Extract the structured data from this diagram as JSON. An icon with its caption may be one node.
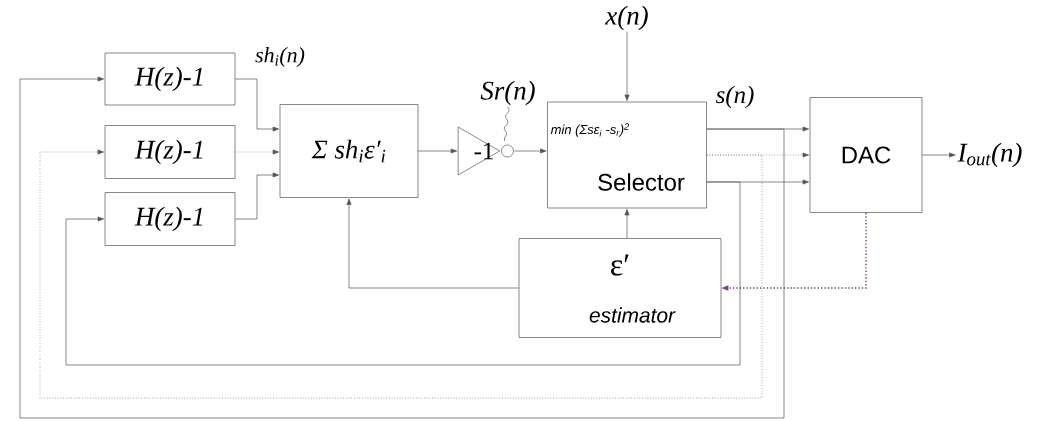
{
  "diagram": {
    "nodes": [
      {
        "text": [
          "H(z)-1"
        ]
      },
      {
        "text": [
          "H(z)-1"
        ]
      },
      {
        "text": [
          "H(z)-1"
        ]
      },
      {
        "text": [
          "Σ sh$_{i}$ε′$_{i}$"
        ]
      },
      {
        "text": [
          "-1"
        ]
      },
      {
        "text": [
          "min  (Σsε$_{i}$ -s$_{r}$)$^{2}$",
          "Selector"
        ]
      },
      {
        "text": [
          "DAC"
        ]
      },
      {
        "text": [
          "ε′",
          "estimator"
        ]
      },
      {
        "text": [
          "x(n)"
        ]
      },
      {
        "text": [
          "I$_{out}$(n)"
        ]
      },
      {
        "text": [
          "Sr(n)"
        ]
      }
    ],
    "edges": [
      {
        "from": 0,
        "to": 3,
        "arrow": "to"
      },
      {
        "from": 1,
        "to": 3,
        "arrow": "to",
        "style": "dashed"
      },
      {
        "from": 2,
        "to": 3,
        "arrow": "to"
      },
      {
        "from": 3,
        "to": 4,
        "arrow": "to"
      },
      {
        "from": 4,
        "to": 5,
        "arrow": "to"
      },
      {
        "from": 8,
        "to": 5,
        "arrow": "to"
      },
      {
        "from": 5,
        "to": 6,
        "arrow": "to"
      },
      {
        "from": 5,
        "to": 6,
        "arrow": "to",
        "style": "dashed"
      },
      {
        "from": 5,
        "to": 6,
        "arrow": "to"
      },
      {
        "from": 6,
        "to": 9,
        "arrow": "to"
      },
      {
        "from": 6,
        "to": 7,
        "arrow": "to",
        "style": "dashed",
        "color": "#7b3f8c"
      },
      {
        "from": 7,
        "to": 5,
        "arrow": "to"
      },
      {
        "from": 7,
        "to": 3,
        "arrow": "to"
      },
      {
        "from": 5,
        "to": 0,
        "arrow": "to"
      },
      {
        "from": 5,
        "to": 1,
        "arrow": "to",
        "style": "dashed"
      },
      {
        "from": 5,
        "to": 2,
        "arrow": "to"
      },
      {
        "from": 10,
        "to": 4,
        "arrow": "none"
      }
    ],
    "labels": [
      "sh$_{i}$(n)",
      "s(n)"
    ]
  }
}
